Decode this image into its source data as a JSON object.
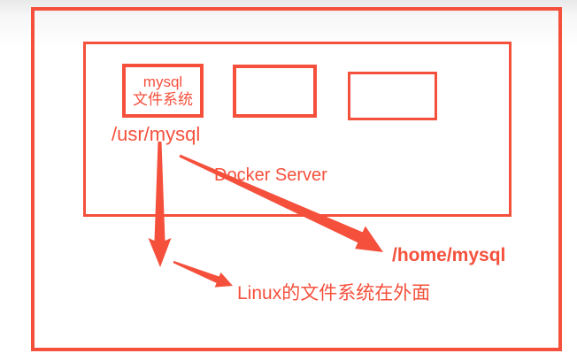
{
  "colors": {
    "accent": "#f5503c",
    "background": "#ffffff",
    "background_gradient_top": "#e9e9e9"
  },
  "diagram": {
    "docker_server_label": "Docker Server",
    "mysql_box": {
      "line1": "mysql",
      "line2": "文件系统"
    },
    "usr_mysql_label": "/usr/mysql",
    "home_mysql_label": "/home/mysql",
    "linux_note_label": "Linux的文件系统在外面",
    "icons": {
      "vertical_arrow": "arrow-down",
      "diagonal_arrow": "arrow-down-right",
      "short_arrow": "arrow-down-right"
    }
  }
}
